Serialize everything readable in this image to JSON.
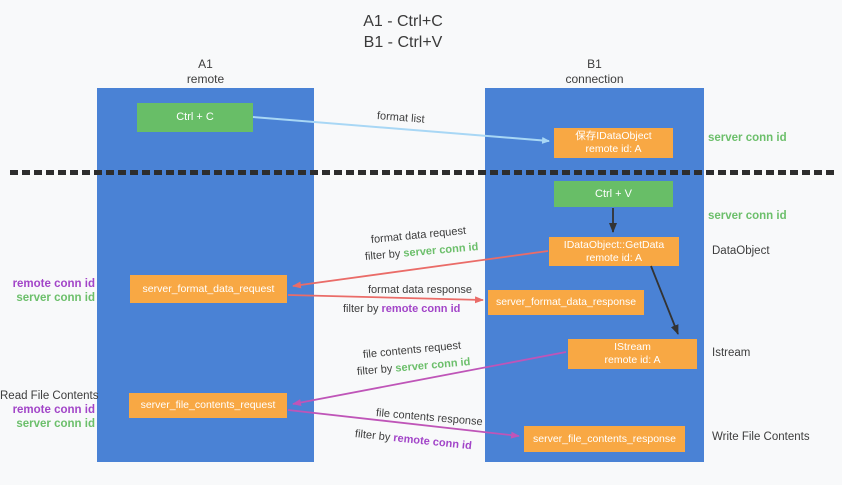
{
  "title": {
    "line1": "A1 - Ctrl+C",
    "line2": "B1 - Ctrl+V"
  },
  "lanes": {
    "a1": {
      "name": "A1",
      "subtitle": "remote"
    },
    "b1": {
      "name": "B1",
      "subtitle": "connection"
    }
  },
  "nodes": {
    "ctrl_c": {
      "label": "Ctrl + C"
    },
    "save_idataobject": {
      "line1": "保存IDataObject",
      "line2": "remote id: A"
    },
    "ctrl_v": {
      "label": "Ctrl + V"
    },
    "getdata": {
      "line1": "IDataObject::GetData",
      "line2": "remote id: A"
    },
    "server_format_data_request": {
      "label": "server_format_data_request"
    },
    "server_format_data_response": {
      "label": "server_format_data_response"
    },
    "istream": {
      "line1": "IStream",
      "line2": "remote id: A"
    },
    "server_file_contents_request": {
      "label": "server_file_contents_request"
    },
    "server_file_contents_response": {
      "label": "server_file_contents_response"
    }
  },
  "edge_labels": {
    "format_list": "format list",
    "format_data_request": "format data request",
    "format_data_response": "format data response",
    "file_contents_request": "file contents request",
    "file_contents_response": "file contents response",
    "filter_by": "filter by ",
    "server_conn_id": "server conn id",
    "remote_conn_id": "remote conn id"
  },
  "annotations": {
    "right": {
      "server_conn_id_top": "server conn id",
      "server_conn_id_mid": "server conn id",
      "dataobject": "DataObject",
      "istream": "Istream",
      "write_file_contents": "Write File Contents"
    },
    "left": {
      "remote_conn_id_mid": "remote conn id",
      "server_conn_id_mid": "server conn id",
      "read_file_contents": "Read File Contents",
      "remote_conn_id_bottom": "remote conn id",
      "server_conn_id_bottom": "server conn id"
    }
  },
  "colors": {
    "lane_blue": "#4a82d5",
    "node_green": "#68be67",
    "node_orange": "#f8a844",
    "arrow_light_blue": "#a8d7f5",
    "arrow_black": "#333333",
    "arrow_red": "#ea6c68",
    "arrow_magenta": "#bf55b8",
    "text_green": "#6cbf6b",
    "text_purple": "#a245c8",
    "text_dark": "#3d3d3d"
  }
}
